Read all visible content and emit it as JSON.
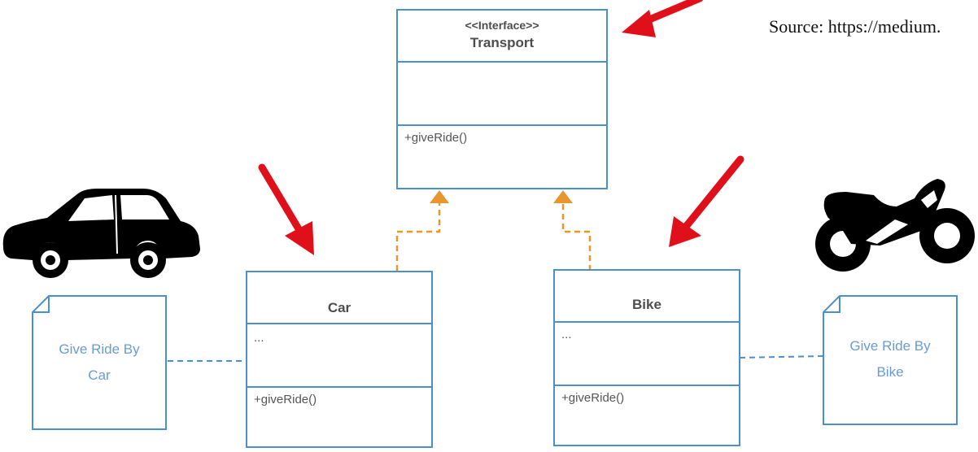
{
  "source": "Source: https://medium.",
  "interface": {
    "stereotype": "<<Interface>>",
    "name": "Transport",
    "method": "+giveRide()"
  },
  "car": {
    "name": "Car",
    "attributes": "...",
    "method": "+giveRide()"
  },
  "bike": {
    "name": "Bike",
    "attributes": "...",
    "method": "+giveRide()"
  },
  "notes": {
    "car_line1": "Give Ride By",
    "car_line2": "Car",
    "bike_line1": "Give Ride By",
    "bike_line2": "Bike"
  },
  "colors": {
    "class_border": "#4a8fd0",
    "note_text": "#6a9bd1",
    "realization": "#e8962e",
    "arrow": "#e0101a",
    "vehicle": "#000000"
  },
  "icons": [
    "car-icon",
    "motorcycle-icon"
  ]
}
